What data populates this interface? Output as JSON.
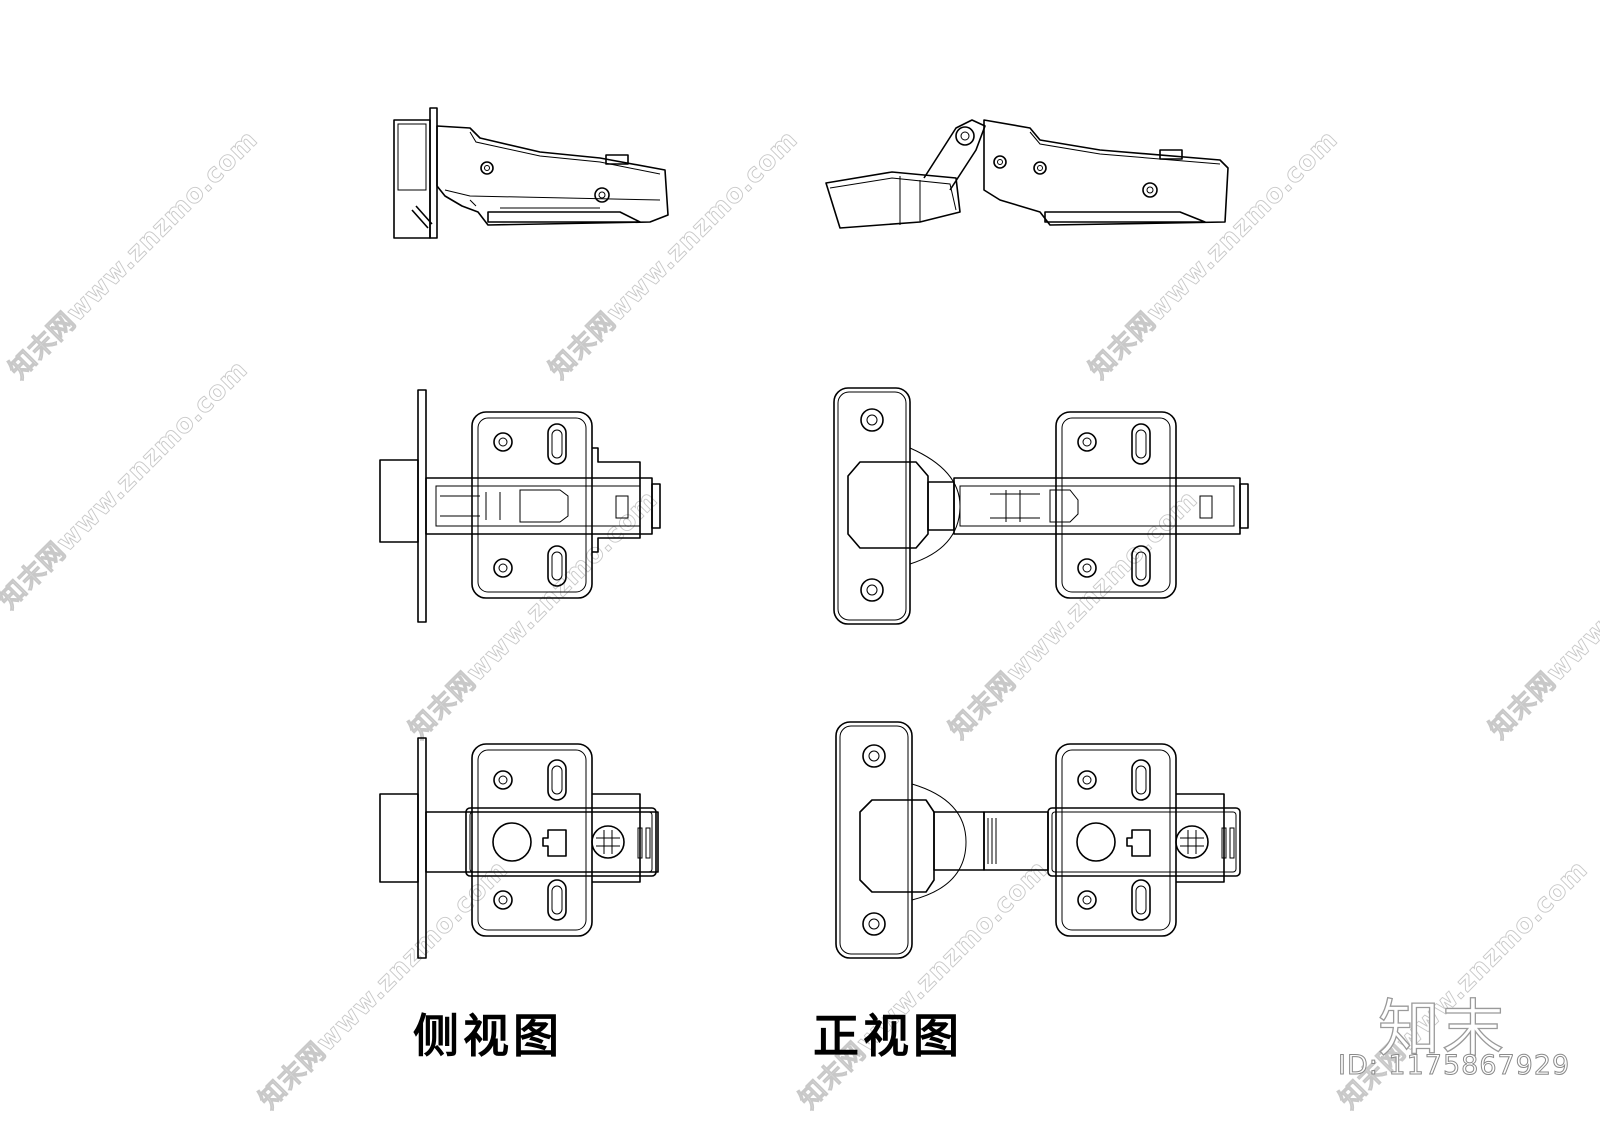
{
  "captions": {
    "side_view": "侧视图",
    "front_view": "正视图"
  },
  "watermark": {
    "text": "知末网www.znzmo.com",
    "logo": "知末",
    "image_id": "ID: 1175867929",
    "color": "#c8c8c8"
  },
  "views": [
    {
      "name": "side-closed",
      "label": "侧视图"
    },
    {
      "name": "side-open",
      "label": "侧视图"
    },
    {
      "name": "side-top",
      "label": "侧视图"
    },
    {
      "name": "front-top",
      "label": "正视图"
    },
    {
      "name": "side-bottom",
      "label": "侧视图"
    },
    {
      "name": "front-bottom",
      "label": "正视图"
    }
  ]
}
